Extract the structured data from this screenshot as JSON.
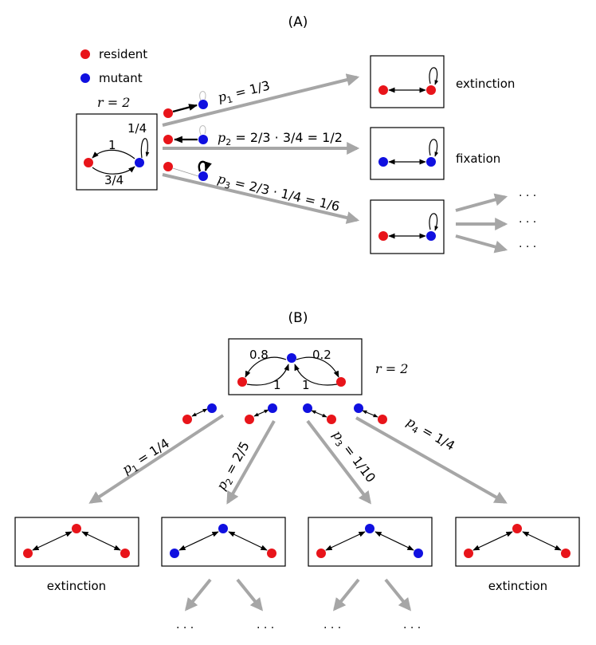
{
  "colors": {
    "resident": "#e8141a",
    "mutant": "#1010e0",
    "arrow": "#a6a6a6"
  },
  "panelA": {
    "label": "(A)",
    "legend": {
      "resident": "resident",
      "mutant": "mutant"
    },
    "r_label": "r = 2",
    "edge_labels": {
      "self_loop": "1/4",
      "to_resident": "1",
      "bottom": "3/4"
    },
    "transitions": [
      {
        "p_sym": "p",
        "p_sub": "1",
        "expr": " = 1/3",
        "outcome": "extinction"
      },
      {
        "p_sym": "p",
        "p_sub": "2",
        "expr": " = 2/3 · 3/4 = 1/2",
        "outcome": "fixation"
      },
      {
        "p_sym": "p",
        "p_sub": "3",
        "expr": " = 2/3 · 1/4 = 1/6",
        "outcome": ""
      }
    ],
    "ellipsis": "· · ·"
  },
  "panelB": {
    "label": "(B)",
    "r_label": "r = 2",
    "edge_labels": {
      "left_top": "0.8",
      "right_top": "0.2",
      "left_bottom": "1",
      "right_bottom": "1"
    },
    "transitions": [
      {
        "p_sym": "p",
        "p_sub": "1",
        "expr": " = 1/4",
        "outcome": "extinction"
      },
      {
        "p_sym": "p",
        "p_sub": "2",
        "expr": " = 2/5",
        "outcome": ""
      },
      {
        "p_sym": "p",
        "p_sub": "3",
        "expr": " = 1/10",
        "outcome": ""
      },
      {
        "p_sym": "p",
        "p_sub": "4",
        "expr": " = 1/4",
        "outcome": "extinction"
      }
    ],
    "ellipsis": "· · ·"
  }
}
